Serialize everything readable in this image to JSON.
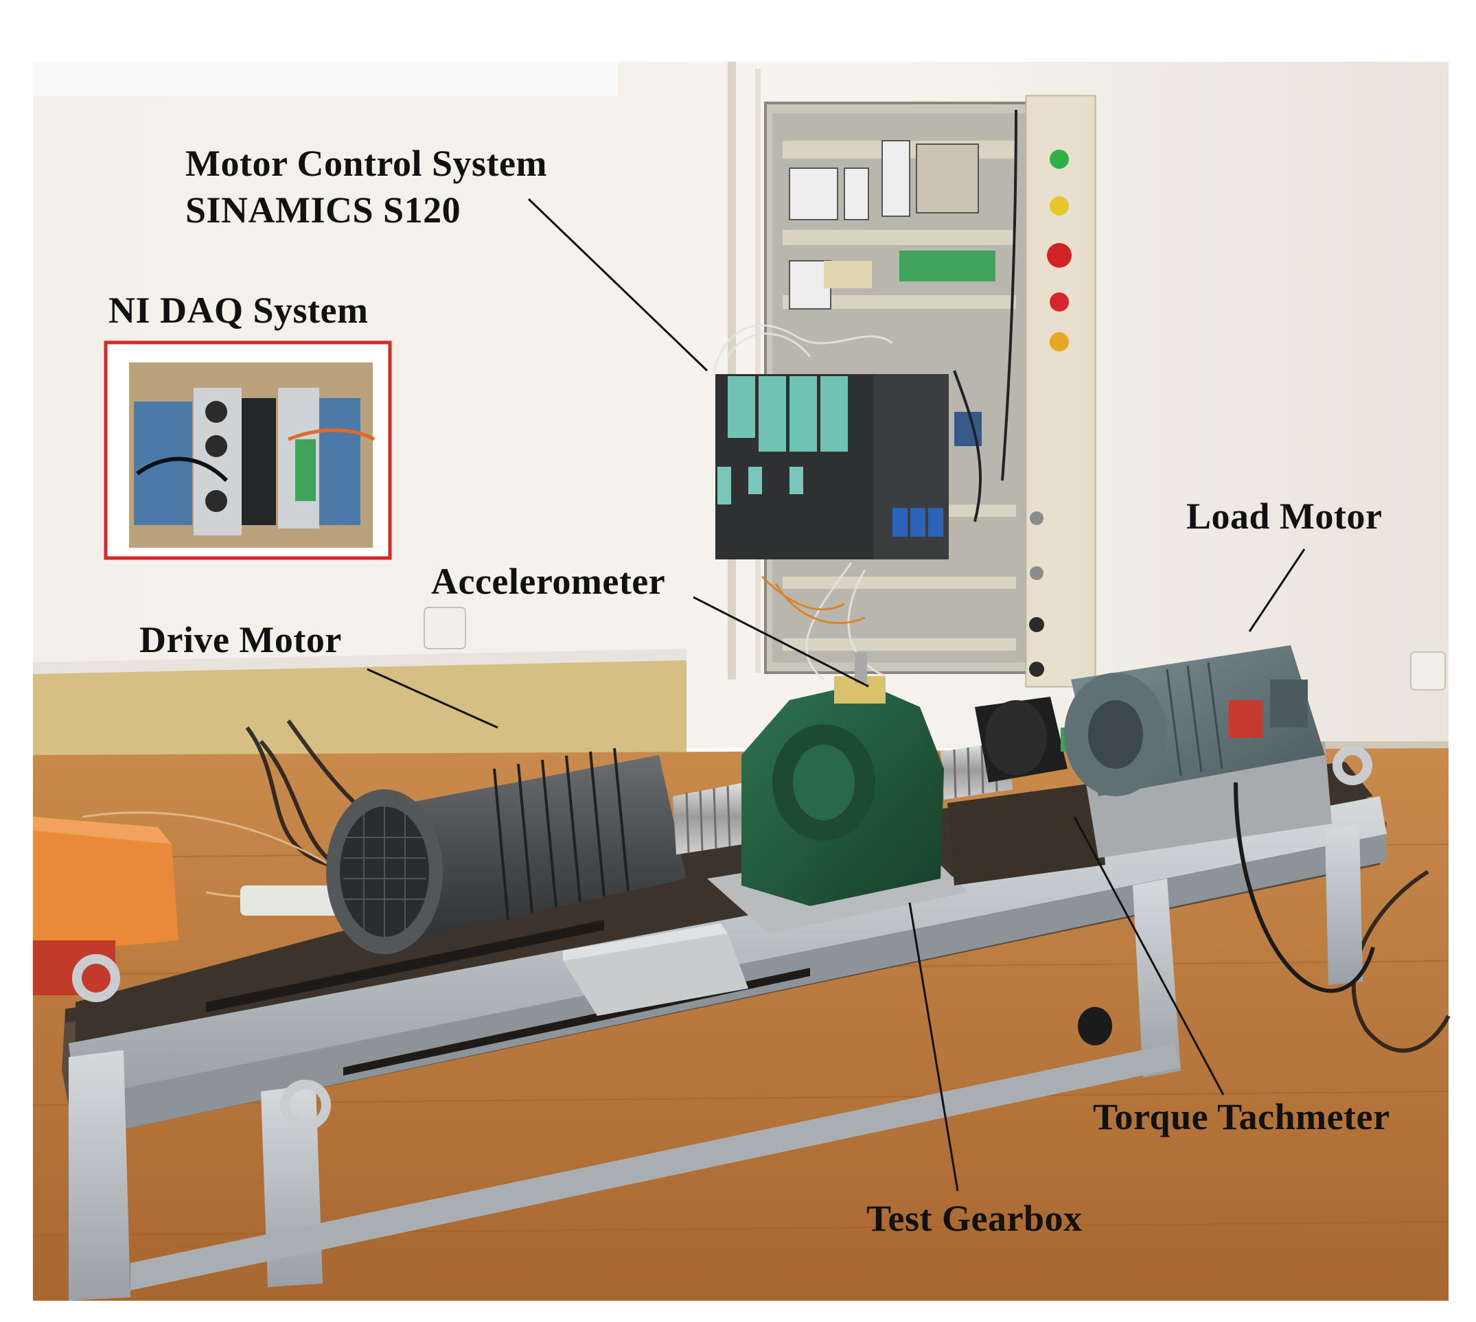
{
  "labels": {
    "motor_control_line1": "Motor Control System",
    "motor_control_line2": "SINAMICS S120",
    "ni_daq": "NI DAQ System",
    "accelerometer": "Accelerometer",
    "drive_motor": "Drive Motor",
    "load_motor": "Load Motor",
    "torque_tachometer": "Torque Tachmeter",
    "test_gearbox": "Test Gearbox"
  },
  "colors": {
    "inset_border": "#d42a2a",
    "gearbox": "#1f5a3a",
    "motor": "#4a4d4f",
    "load_motor": "#5d7176",
    "frame": "#b9bfc4",
    "floor": "#b7753a",
    "wall": "#f4f1ec",
    "cabinet": "#e5dcc8"
  }
}
